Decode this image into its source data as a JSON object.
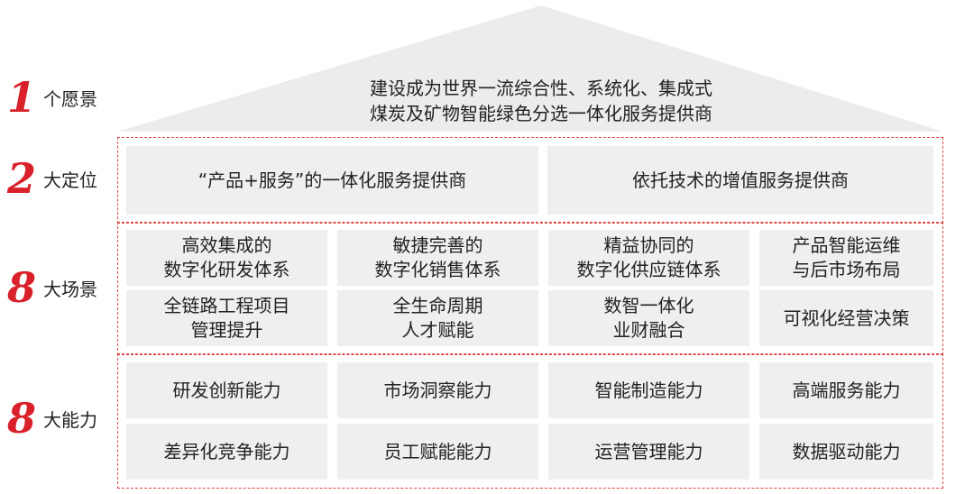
{
  "vision": {
    "number": "1",
    "label": "个愿景",
    "line1": "建设成为世界一流综合性、系统化、集成式",
    "line2": "煤炭及矿物智能绿色分选一体化服务提供商"
  },
  "positioning": {
    "number": "2",
    "label": "大定位",
    "items": [
      "“产品+服务”的一体化服务提供商",
      "依托技术的增值服务提供商"
    ]
  },
  "scenarios": {
    "number": "8",
    "label": "大场景",
    "items": [
      {
        "line1": "高效集成的",
        "line2": "数字化研发体系"
      },
      {
        "line1": "敏捷完善的",
        "line2": "数字化销售体系"
      },
      {
        "line1": "精益协同的",
        "line2": "数字化供应链体系"
      },
      {
        "line1": "产品智能运维",
        "line2": "与后市场布局"
      },
      {
        "line1": "全链路工程项目",
        "line2": "管理提升"
      },
      {
        "line1": "全生命周期",
        "line2": "人才赋能"
      },
      {
        "line1": "数智一体化",
        "line2": "业财融合"
      },
      {
        "line1": "可视化经营决策",
        "line2": ""
      }
    ]
  },
  "capabilities": {
    "number": "8",
    "label": "大能力",
    "items": [
      "研发创新能力",
      "市场洞察能力",
      "智能制造能力",
      "高端服务能力",
      "差异化竞争能力",
      "员工赋能能力",
      "运营管理能力",
      "数据驱动能力"
    ]
  },
  "colors": {
    "accent": "#d8212a",
    "box_bg": "#efefef",
    "roof": "#ececec",
    "dash": "#e04848"
  }
}
